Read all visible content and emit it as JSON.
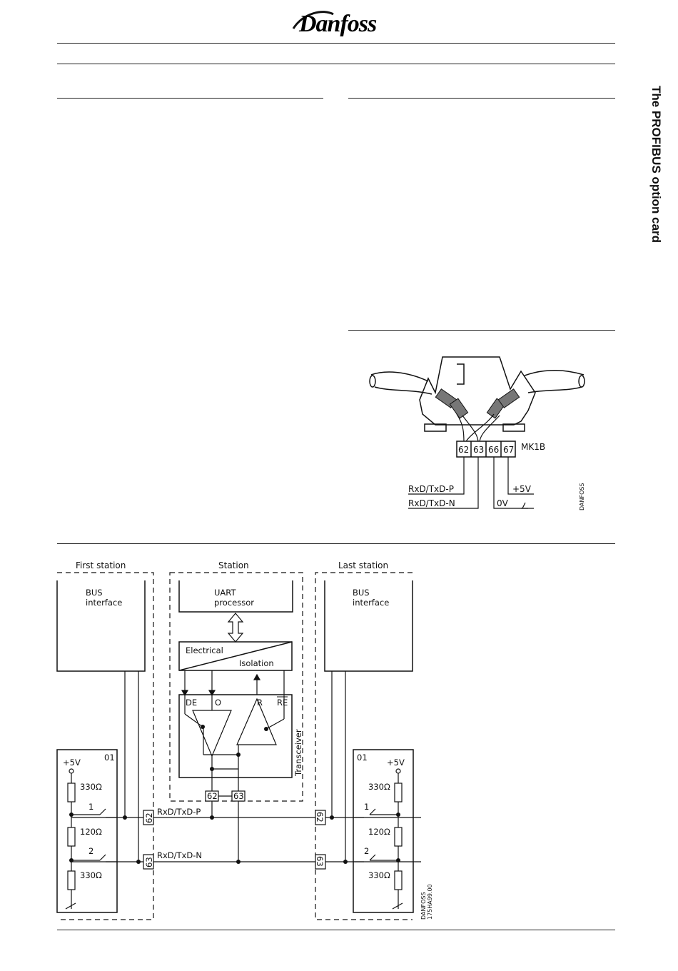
{
  "header": {
    "brand": "Danfoss"
  },
  "side_tab": {
    "title": "The PROFIBUS option card"
  },
  "connector_figure": {
    "terminals": [
      "62",
      "63",
      "66",
      "67"
    ],
    "block_name": "MK1B",
    "signal_p": "RxD/TxD-P",
    "signal_n": "RxD/TxD-N",
    "supply": "+5V",
    "ground": "0V",
    "credit": "DANFOSS"
  },
  "bus_diagram": {
    "first_station": {
      "title": "First station",
      "bus_line1": "BUS",
      "bus_line2": "interface",
      "module": "01",
      "supply": "+5V",
      "r_top": "330Ω",
      "r_mid": "120Ω",
      "r_bot": "330Ω",
      "switch1": "1",
      "switch2": "2",
      "term_p": "62",
      "term_n": "63"
    },
    "station": {
      "title": "Station",
      "uart_line1": "UART",
      "uart_line2": "processor",
      "iso_line1": "Electrical",
      "iso_line2": "Isolation",
      "pin_de": "DE",
      "pin_o": "O",
      "pin_r": "R",
      "pin_re": "RE",
      "transceiver": "Transceiver",
      "term_p": "62",
      "term_n": "63"
    },
    "last_station": {
      "title": "Last station",
      "bus_line1": "BUS",
      "bus_line2": "interface",
      "module": "01",
      "supply": "+5V",
      "r_top": "330Ω",
      "r_mid": "120Ω",
      "r_bot": "330Ω",
      "switch1": "1",
      "switch2": "2",
      "term_p": "62",
      "term_n": "63"
    },
    "line_p": "RxD/TxD-P",
    "line_n": "RxD/TxD-N",
    "credit_line1": "DANFOSS",
    "credit_line2": "175HA99.00"
  }
}
